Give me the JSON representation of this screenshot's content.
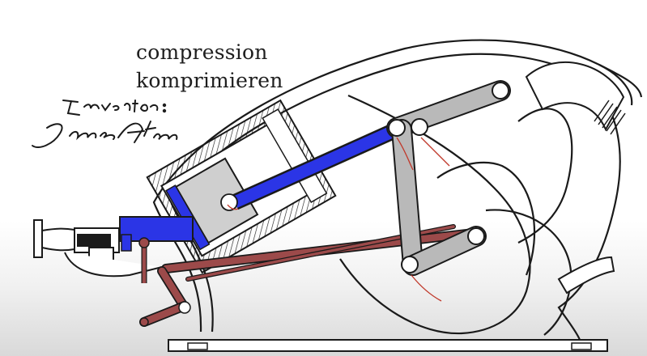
{
  "captions": {
    "line1": "compression",
    "line2": "komprimieren"
  },
  "signature": {
    "line1": "Inventor:",
    "line2": "James Atkinson"
  },
  "colors": {
    "outline": "#1a1a1a",
    "piston_rod": "#2b35e6",
    "linkage_rod": "#9c4a4a",
    "links": "#b9b9b9",
    "pivot_marks": "#c0392b"
  }
}
